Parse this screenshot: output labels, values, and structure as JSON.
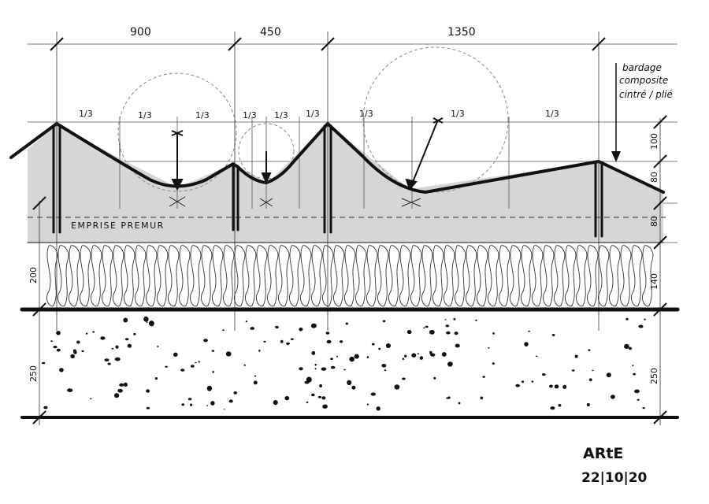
{
  "dimensions": {
    "span_1": "900",
    "span_2": "450",
    "span_3": "1350"
  },
  "thirds": [
    "1/3",
    "1/3",
    "1/3",
    "1/3",
    "1/3",
    "1/3",
    "1/3",
    "1/3",
    "1/3"
  ],
  "annotation": {
    "line_1": "bardage",
    "line_2": "composite",
    "line_3": "cintré / plié"
  },
  "labels": {
    "emprise": "EMPRISE PREMUR"
  },
  "right_dims": [
    "100",
    "80",
    "80",
    "140",
    "250"
  ],
  "left_dims": [
    "200",
    "250"
  ],
  "signature": {
    "name": "ARtE",
    "date": "22|10|20"
  }
}
